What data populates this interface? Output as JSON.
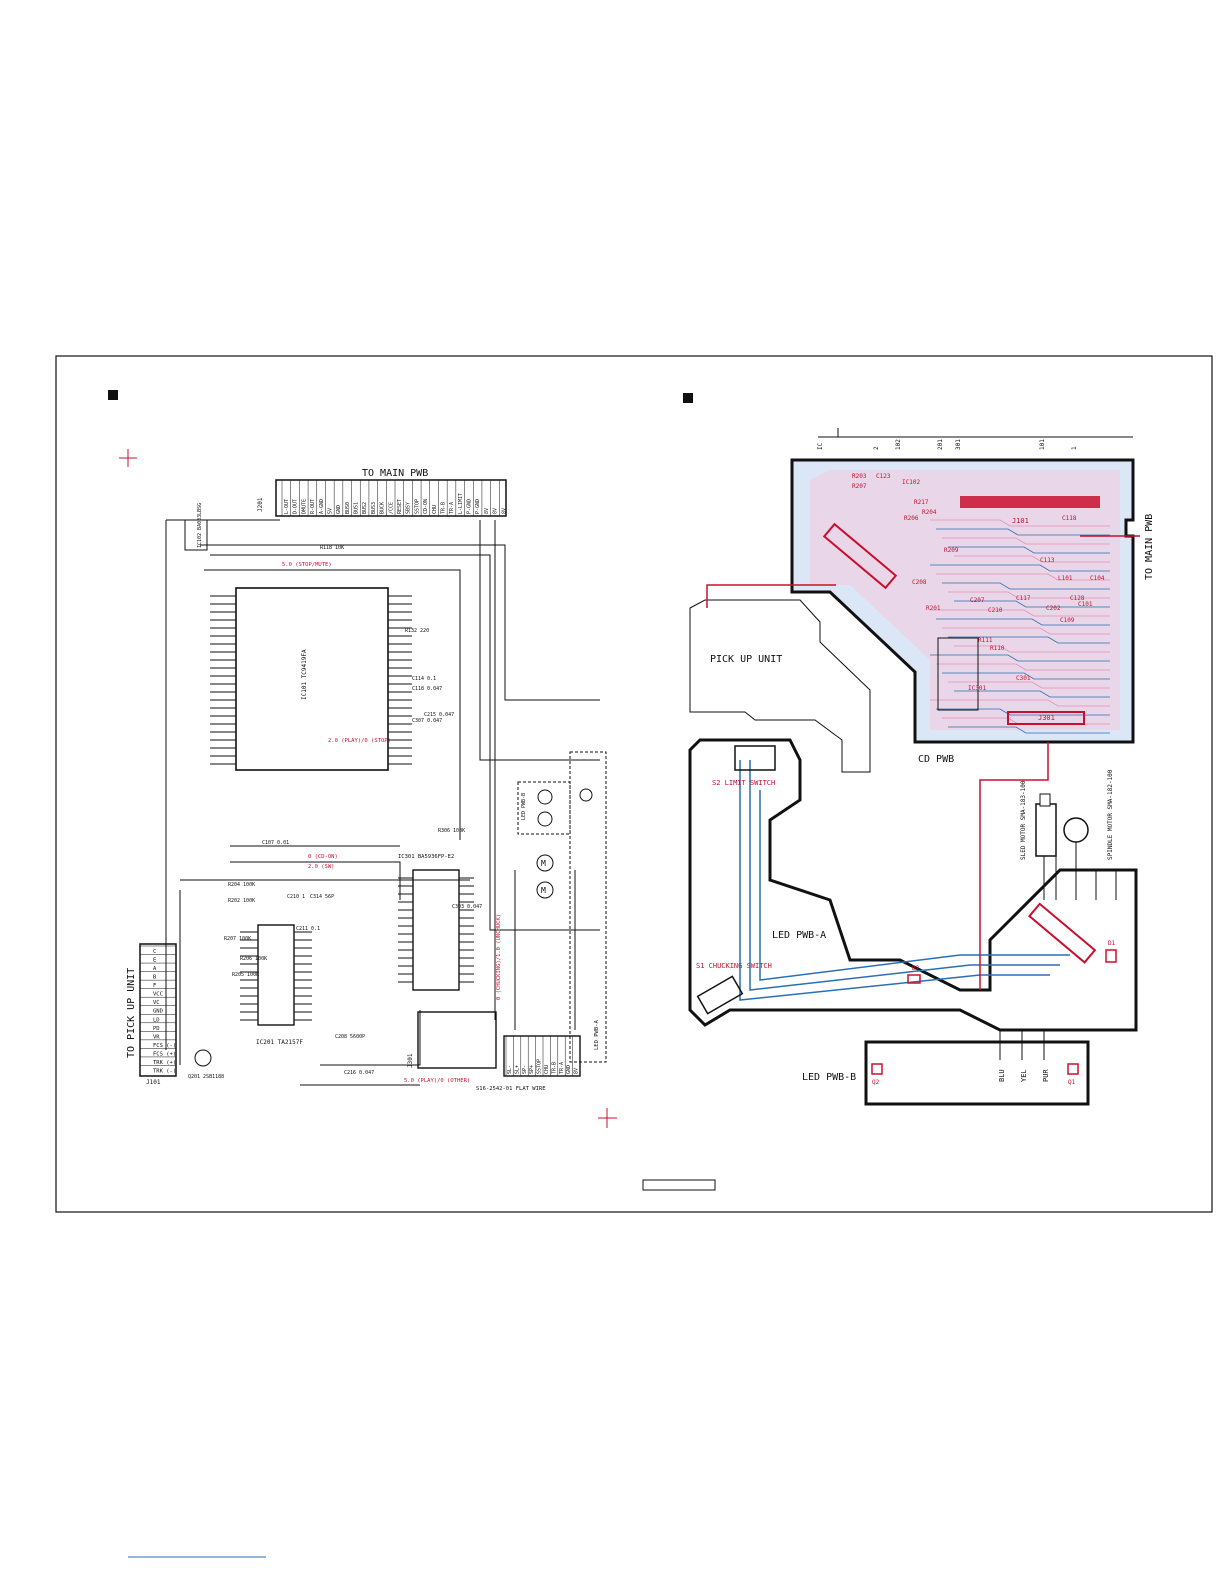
{
  "schematic": {
    "to_main_pwb": "TO MAIN PWB",
    "to_pickup_unit": "TO PICK UP UNIT",
    "main_ic": "IC101 TC9419FA",
    "ic201": "IC201 TA2157F",
    "ic301": "IC301 BA5936FP-E2",
    "ic102": "IC102 BA033LBSG",
    "j101": "J101",
    "j201": "J201",
    "j301": "J301",
    "flat_wire": "S16-2542-01 FLAT WIRE",
    "transistor": "Q201 2SB1188",
    "led_pwb_a": "LED PWB-A",
    "led_pwb_b": "LED PWB-B",
    "state_labels": [
      "5.0 (STOP/MUTE)",
      "2.0 (PLAY)/0 (STOP)",
      "0 (CD-ON)",
      "2.0 (SW)",
      "5.0 (PLAY)/0 (OTHER)",
      "0 (CHUCKING)/1.0 (UNCHUCK)"
    ],
    "pickup_pins": [
      "C",
      "E",
      "A",
      "B",
      "F",
      "VCC",
      "VC",
      "GND",
      "LD",
      "PD",
      "VR",
      "FCS (-)",
      "FCS (+)",
      "TRK (+)",
      "TRK (-)"
    ],
    "main_pins": [
      "L-OUT",
      "D-OUT",
      "DMUTE",
      "R-OUT",
      "A-GND",
      "5V",
      "GND",
      "BUS0",
      "BUS1",
      "BUS2",
      "BUS3",
      "BUCK",
      "/CCE",
      "RESET",
      "SBSY",
      "SSTOP",
      "CD-ON",
      "CHU",
      "TR-B",
      "TR-A",
      "L-LIMIT",
      "P-GND",
      "P-GND",
      "8V",
      "8V",
      "8V"
    ],
    "j301_pins": [
      "SL-",
      "SL+",
      "SP-",
      "SP+",
      "SSTOP",
      "CHU",
      "TR-B",
      "TR-A",
      "GND",
      "8V"
    ],
    "component_labels": [
      "R118 10K",
      "C114 0.1",
      "C118 0.047",
      "C307 0.047",
      "C215 0.047",
      "R132 220",
      "C107 0.01",
      "C210 1",
      "C314 56P",
      "C211 0.1",
      "C208 5600P",
      "C216 0.047",
      "R306 100K",
      "C303 0.047",
      "R207 100K",
      "R202 100K",
      "R204 100K",
      "R205 100K",
      "R206 100K"
    ]
  },
  "board": {
    "cd_pwb": "CD PWB",
    "pickup_unit": "PICK UP UNIT",
    "to_main_pwb": "TO MAIN PWB",
    "led_pwb_a": "LED PWB-A",
    "led_pwb_b": "LED PWB-B",
    "limit_switch": "S2 LIMIT SWITCH",
    "chucking_switch": "S1 CHUCKING SWITCH",
    "sled_motor": "SLED MOTOR SMA-183-100",
    "spindle_motor": "SPINDLE MOTOR SMA-182-100",
    "j101": "J101",
    "j301": "J301",
    "wire_colors": [
      "BLU",
      "YEL",
      "PUR"
    ],
    "diodes": [
      "D1",
      "D2"
    ],
    "led_b_parts": [
      "Q2",
      "Q1"
    ],
    "ruler_labels": [
      "IC",
      "2",
      "102",
      "201",
      "301",
      "101",
      "1"
    ],
    "ref_labels": [
      "R203",
      "R207",
      "C123",
      "IC102",
      "R217",
      "R206",
      "R204",
      "R209",
      "C208",
      "R201",
      "C207",
      "C210",
      "C117",
      "C202",
      "C109",
      "C128",
      "C101",
      "C104",
      "L101",
      "C113",
      "IC301",
      "C301",
      "C118",
      "R110",
      "R111"
    ]
  },
  "colors": {
    "ink": "#111111",
    "red": "#c8102e",
    "trace_blue": "#2a6fb5",
    "trace_pink": "#e58fb3"
  }
}
